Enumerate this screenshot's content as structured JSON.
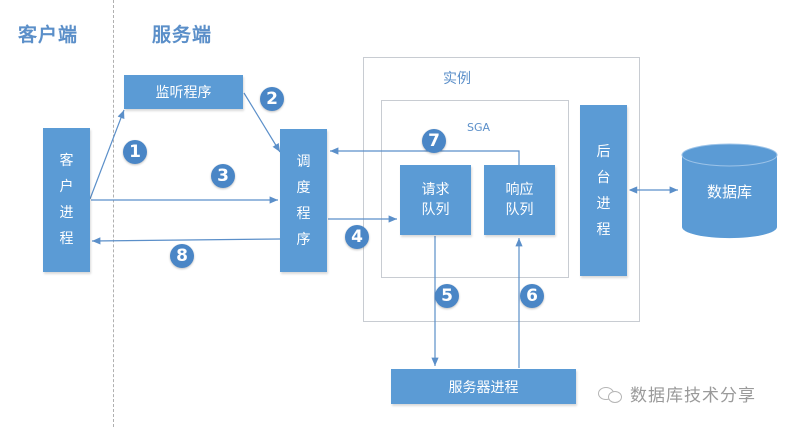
{
  "headings": {
    "client": "客户端",
    "server": "服务端"
  },
  "nodes": {
    "client_process": "客户进程",
    "listener": "监听程序",
    "dispatcher": "调度程序",
    "instance_label": "实例",
    "sga_label": "SGA",
    "request_queue": "请求\n队列",
    "response_queue": "响应\n队列",
    "background_process": "后台进程",
    "database": "数据库",
    "server_process": "服务器进程"
  },
  "steps": [
    "1",
    "2",
    "3",
    "4",
    "5",
    "6",
    "7",
    "8"
  ],
  "watermark": "数据库技术分享",
  "colors": {
    "box": "#5b9bd5",
    "badge": "#4a86c6",
    "line": "#5b8fc9",
    "heading": "#5b8fc9"
  }
}
